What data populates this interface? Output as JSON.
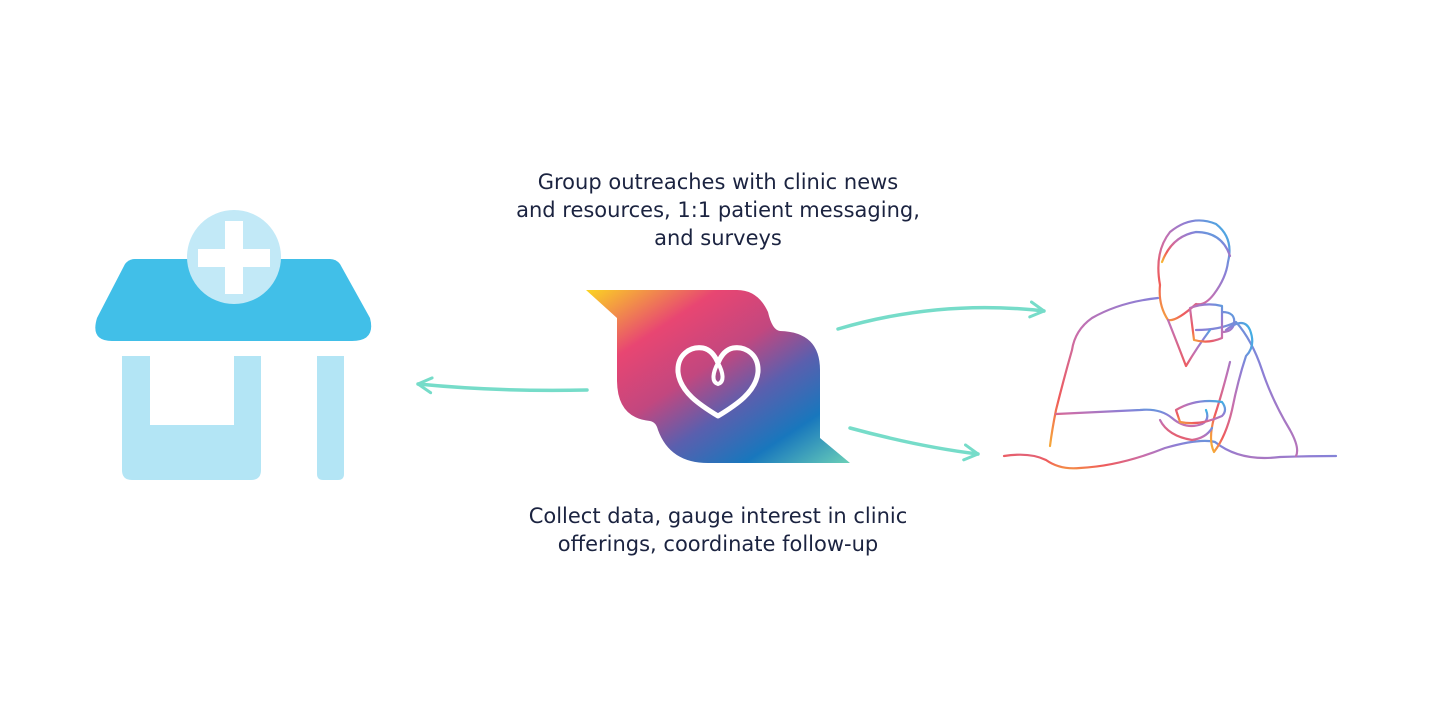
{
  "captions": {
    "top": [
      "Group outreaches with clinic news",
      "and resources, 1:1 patient messaging,",
      "and surveys"
    ],
    "bottom": [
      "Collect data, gauge interest in clinic",
      "offerings, coordinate follow-up"
    ]
  },
  "icons": {
    "clinic": "clinic-building-icon",
    "chat": "chat-bubbles-heart-icon",
    "patient": "patient-line-drawing-icon"
  },
  "colors": {
    "clinic_roof": "#41bfe8",
    "clinic_walls": "#b3e5f5",
    "clinic_cross_bg": "#c2e9f7",
    "arrows": "#76dcc9",
    "text": "#1b2340"
  }
}
